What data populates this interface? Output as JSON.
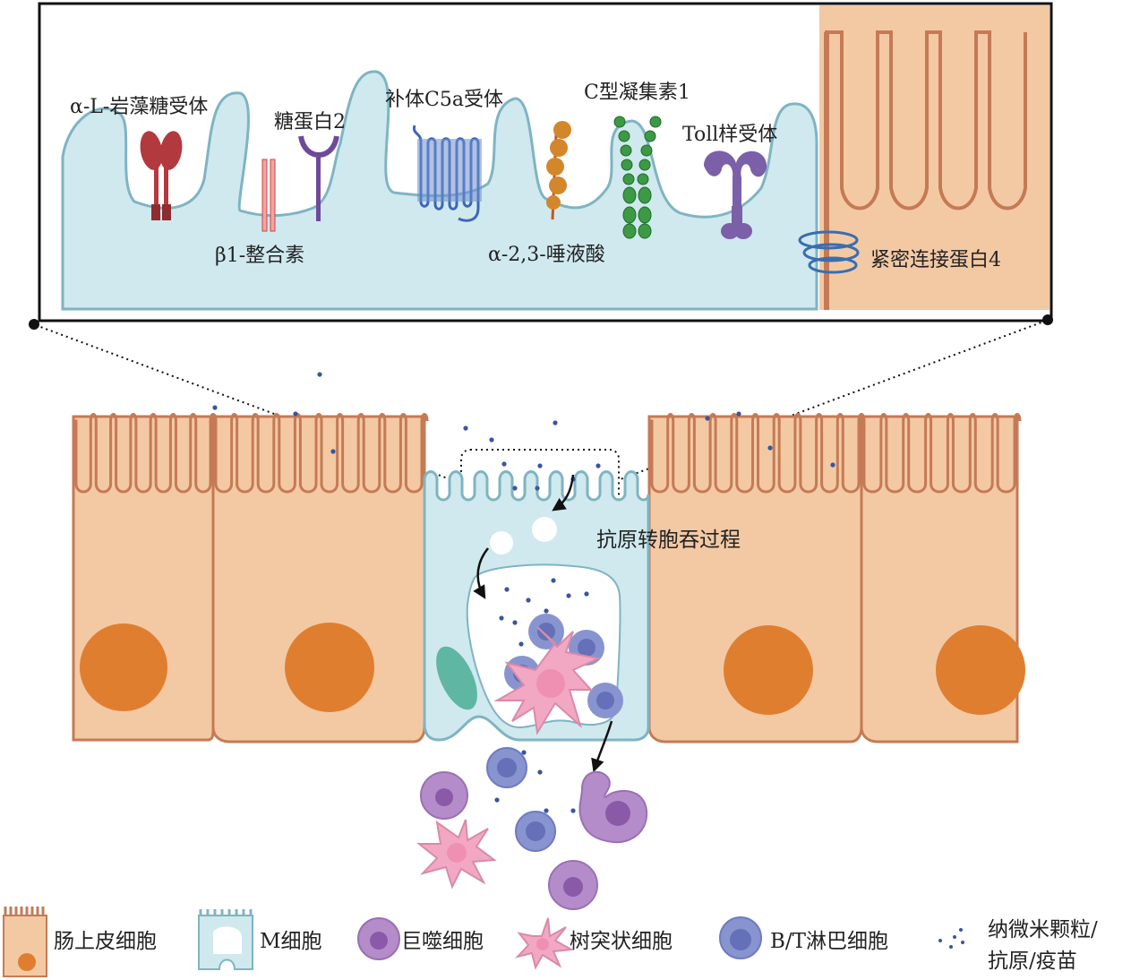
{
  "inset_labels": {
    "fucose_receptor": "α-L-岩藻糖受体",
    "glycoprotein2": "糖蛋白2",
    "c5a_receptor": "补体C5a受体",
    "c_type_lectin": "C型凝集素1",
    "toll_receptor": "Toll样受体",
    "beta1_integrin": "β1-整合素",
    "sialic_acid": "α-2,3-唾液酸",
    "claudin4": "紧密连接蛋白4"
  },
  "process_label": "抗原转胞吞过程",
  "legend": {
    "epithelial": "肠上皮细胞",
    "m_cell": "M细胞",
    "macrophage": "巨噬细胞",
    "dendritic": "树突状细胞",
    "lymphocyte": "B/T淋巴细胞",
    "particles_line1": "纳微米颗粒/",
    "particles_line2": "抗原/疫苗"
  },
  "colors": {
    "epithelial_fill": "#f3c9a4",
    "epithelial_border": "#c57a55",
    "nucleus": "#e07e30",
    "m_cell_fill": "#cbe8ee",
    "m_cell_border": "#7fb4c2",
    "macrophage": "#a578bd",
    "dendritic": "#f2a8c2",
    "lymphocyte": "#8894cf",
    "particle": "#3a55a0"
  },
  "icons": [
    "fucose-receptor-icon",
    "glycoprotein-icon",
    "integrin-icon",
    "gpcr-icon",
    "sialic-acid-chain-icon",
    "lectin-icon",
    "toll-receptor-icon",
    "tight-junction-icon",
    "arrow-icon"
  ]
}
